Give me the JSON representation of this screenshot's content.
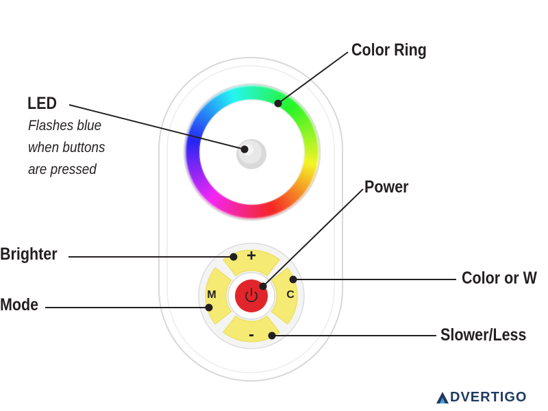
{
  "labels": {
    "color_ring": "Color Ring",
    "led": "LED",
    "led_note_1": "Flashes blue",
    "led_note_2": "when buttons",
    "led_note_3": "are pressed",
    "power": "Power",
    "brighter": "Brighter",
    "mode": "Mode",
    "color_or_w": "Color or W",
    "slower_less": "Slower/Less"
  },
  "buttons": {
    "plus": "+",
    "minus": "-",
    "mode": "M",
    "color": "C"
  },
  "watermark": {
    "text": "DVERTIGO"
  },
  "colors": {
    "button_yellow": "#f4ea74",
    "power_red": "#e0262b",
    "remote_body": "#ffffff",
    "remote_outline": "#d9d9d9",
    "line_color": "#231f20",
    "watermark_blue": "#1f3a5f"
  },
  "icons": {
    "power": "power-icon",
    "watermark": "advertigo-logo-icon"
  }
}
